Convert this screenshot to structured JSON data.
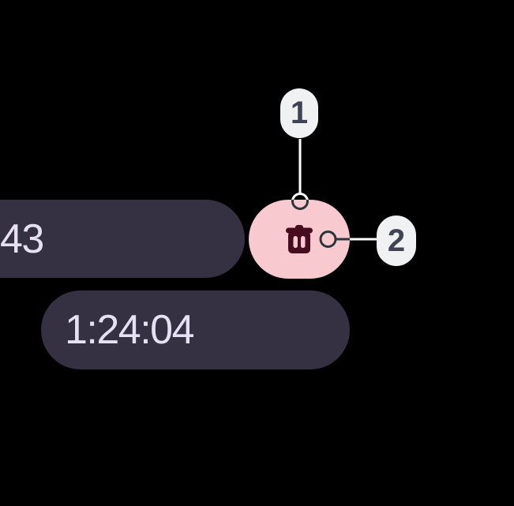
{
  "timer": {
    "partial_time": "43",
    "elapsed_time": "1:24:04"
  },
  "delete_button": {
    "icon": "trash-icon"
  },
  "callouts": {
    "badge1": "1",
    "badge2": "2"
  },
  "colors": {
    "background": "#000000",
    "chip_bg": "#363043",
    "chip_text": "#E7DFF4",
    "delete_button_bg": "#F9C9D0",
    "delete_icon": "#470C20",
    "badge_bg": "#F0F1F3",
    "badge_text": "#3F4454",
    "connector_light": "#FFFFFF",
    "connector_dark": "#2B363C"
  }
}
